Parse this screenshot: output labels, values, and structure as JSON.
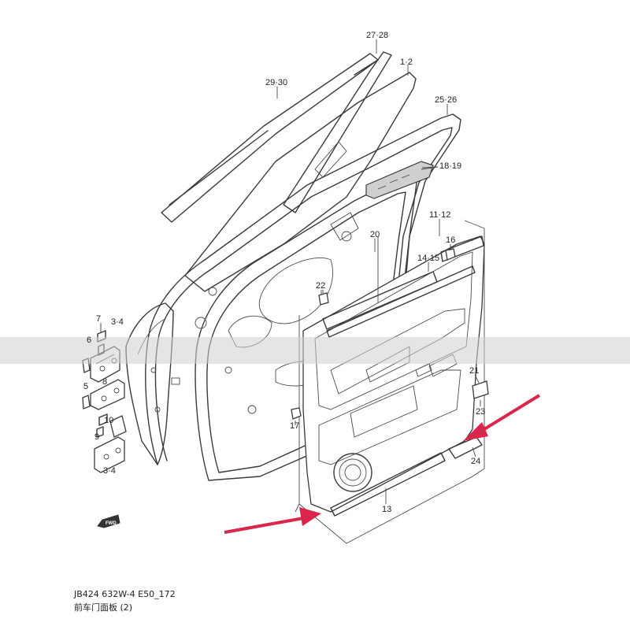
{
  "labels": {
    "l_27_28": "27·28",
    "l_1_2": "1·2",
    "l_29_30": "29·30",
    "l_25_26": "25·26",
    "l_18_19": "18·19",
    "l_11_12": "11·12",
    "l_20": "20",
    "l_16": "16",
    "l_14_15": "14·15",
    "l_22": "22",
    "l_7": "7",
    "l_3_4_top": "3·4",
    "l_6": "6",
    "l_8": "8",
    "l_5": "5",
    "l_10": "10",
    "l_9": "9",
    "l_3_4_bottom": "3·4",
    "l_17": "17",
    "l_21": "21",
    "l_23": "23",
    "l_24": "24",
    "l_13": "13"
  },
  "forward_marker": "FWD",
  "caption": {
    "code": "JB424 632W-4 E50_172",
    "title": "前车门面板 (2)"
  },
  "colors": {
    "line": "#3a3a3a",
    "arrow": "#d9264a",
    "watermark_band": "#cfcfcf"
  }
}
